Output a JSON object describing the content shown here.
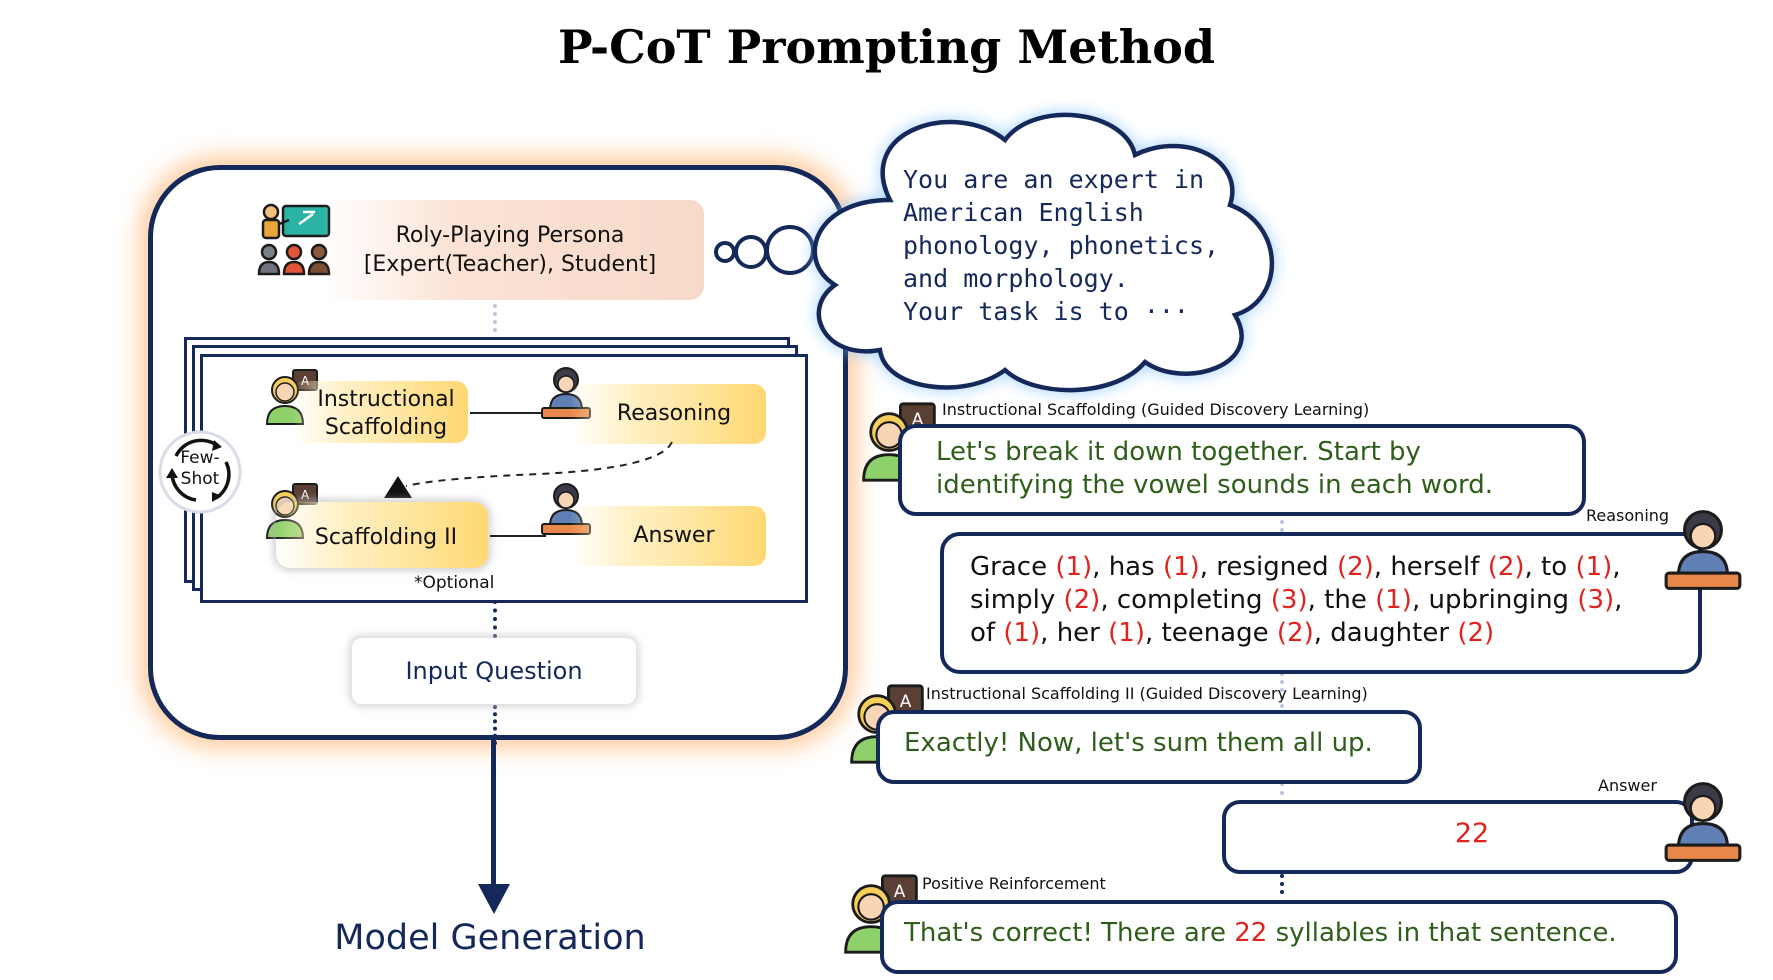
{
  "title": "P-CoT Prompting Method",
  "persona": {
    "line1": "Roly-Playing Persona",
    "line2": "[Expert(Teacher), Student]"
  },
  "steps": {
    "instructional_line1": "Instructional",
    "instructional_line2": "Scaffolding",
    "reasoning": "Reasoning",
    "scaffolding_ii": "Scaffolding II",
    "answer": "Answer",
    "optional": "*Optional",
    "few_line1": "Few-",
    "few_line2": "Shot"
  },
  "input_question": "Input Question",
  "model_generation": "Model Generation",
  "thought": {
    "line1": "You are an expert in",
    "line2": "American English",
    "line3": "phonology, phonetics,",
    "line4": "and morphology.",
    "line5": "Your task is to ···"
  },
  "dialogue": {
    "instr_label": "Instructional Scaffolding (Guided Discovery Learning)",
    "instr_line1": "Let's break it down together. Start by",
    "instr_line2": "identifying the vowel sounds in each word.",
    "reasoning_label": "Reasoning",
    "reasoning_words": [
      [
        [
          "Grace ",
          "(1)"
        ],
        [
          ", has ",
          "(1)"
        ],
        [
          ", resigned ",
          "(2)"
        ],
        [
          ", herself ",
          "(2)"
        ],
        [
          ", to ",
          "(1)"
        ],
        [
          ",",
          ""
        ]
      ],
      [
        [
          "simply ",
          "(2)"
        ],
        [
          ", completing ",
          "(3)"
        ],
        [
          ", the ",
          "(1)"
        ],
        [
          ", upbringing ",
          "(3)"
        ],
        [
          ",",
          ""
        ]
      ],
      [
        [
          "of ",
          "(1)"
        ],
        [
          ", her ",
          "(1)"
        ],
        [
          ", teenage ",
          "(2)"
        ],
        [
          ", daughter ",
          "(2)"
        ]
      ]
    ],
    "instr2_label": "Instructional Scaffolding II (Guided Discovery Learning)",
    "instr2_text": "Exactly! Now, let's sum them all up.",
    "answer_label": "Answer",
    "answer_value": "22",
    "positive_label": "Positive Reinforcement",
    "positive_before": "That's correct! There are ",
    "positive_number": "22",
    "positive_after": " syllables in that sentence."
  },
  "colors": {
    "navy": "#15285a",
    "green_text": "#2f5e1a",
    "red_text": "#e0231c",
    "yellow": "#ffd873",
    "peach": "#f7d9c9",
    "glow": "#ff963c"
  }
}
